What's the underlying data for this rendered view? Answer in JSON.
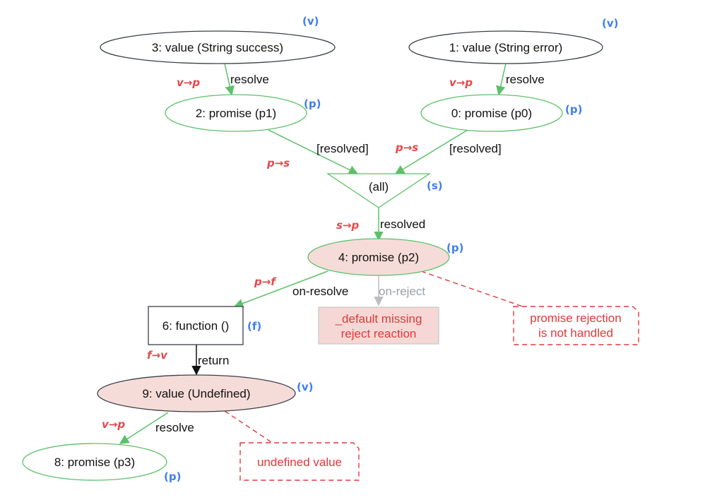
{
  "diagram": {
    "nodes": [
      {
        "id": "n3",
        "label": "3: value (String success)",
        "kind": "value",
        "shape": "ellipse",
        "tag": "(v)"
      },
      {
        "id": "n1",
        "label": "1: value (String error)",
        "kind": "value",
        "shape": "ellipse",
        "tag": "(v)"
      },
      {
        "id": "n2",
        "label": "2: promise (p1)",
        "kind": "promise",
        "shape": "ellipse",
        "tag": "(p)"
      },
      {
        "id": "n0",
        "label": "0: promise (p0)",
        "kind": "promise",
        "shape": "ellipse",
        "tag": "(p)"
      },
      {
        "id": "all",
        "label": "(all)",
        "kind": "sync",
        "shape": "triangle",
        "tag": "(s)"
      },
      {
        "id": "n4",
        "label": "4: promise (p2)",
        "kind": "promise-rejected",
        "shape": "ellipse",
        "tag": "(p)"
      },
      {
        "id": "n6",
        "label": "6: function ()",
        "kind": "function",
        "shape": "box",
        "tag": "(f)"
      },
      {
        "id": "default",
        "label_lines": [
          "_default missing",
          "reject reaction"
        ],
        "kind": "default-reaction",
        "shape": "box"
      },
      {
        "id": "n9",
        "label": "9: value (Undefined)",
        "kind": "value-undefined",
        "shape": "ellipse",
        "tag": "(v)"
      },
      {
        "id": "n8",
        "label": "8: promise (p3)",
        "kind": "promise",
        "shape": "ellipse",
        "tag": "(p)"
      }
    ],
    "edges": [
      {
        "from": "n3",
        "to": "n2",
        "label": "resolve",
        "note": "v→p"
      },
      {
        "from": "n1",
        "to": "n0",
        "label": "resolve",
        "note": "v→p"
      },
      {
        "from": "n2",
        "to": "all",
        "label": "[resolved]",
        "note": "p→s"
      },
      {
        "from": "n0",
        "to": "all",
        "label": "[resolved]",
        "note": "p→s"
      },
      {
        "from": "all",
        "to": "n4",
        "label": "resolved",
        "note": "s→p"
      },
      {
        "from": "n4",
        "to": "n6",
        "label": "on-resolve",
        "note": "p→f"
      },
      {
        "from": "n4",
        "to": "default",
        "label": "on-reject"
      },
      {
        "from": "n6",
        "to": "n9",
        "label": "return",
        "note": "f→v"
      },
      {
        "from": "n9",
        "to": "n8",
        "label": "resolve",
        "note": "v→p"
      }
    ],
    "warnings": [
      {
        "target": "n4",
        "lines": [
          "promise rejection",
          "is not handled"
        ]
      },
      {
        "target": "n9",
        "lines": [
          "undefined value"
        ]
      }
    ]
  },
  "colors": {
    "promise_stroke": "#5cc06a",
    "value_stroke": "#3a4048",
    "rejected_fill": "#f6dcd8",
    "default_fill": "#f5d8d5",
    "warning_red": "#e0393b",
    "grey_edge": "#bdbdbd",
    "annotation_red": "#e8474a",
    "annotation_blue": "#3d7ef0"
  }
}
